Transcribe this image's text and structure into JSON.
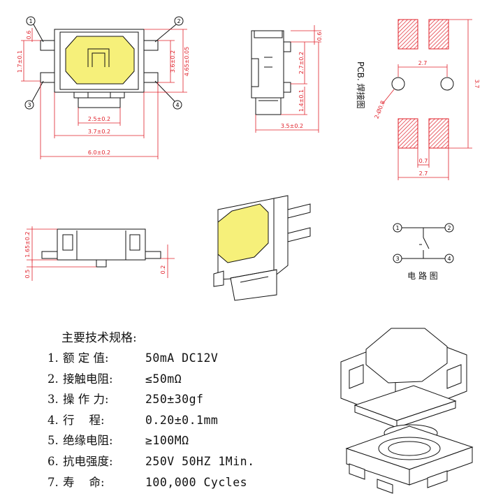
{
  "dims": {
    "tl_0_6": "0.6",
    "tl_1_7": "1.7±0.1",
    "tl_3_6": "3.6±0.2",
    "tl_4_65": "4.65±0.05",
    "tl_b1": "2.5±0.2",
    "tl_b2": "3.7±0.2",
    "tl_b3": "6.0±0.2",
    "tc_0_6": "0.6",
    "tc_2_7": "2.7±0.2",
    "tc_1_4": "1.4±0.1",
    "tc_b": "3.5±0.2",
    "pcb_2_7": "2.7",
    "pcb_0_7": "0.7",
    "pcb_2_7b": "2.7",
    "pcb_hole": "2-Ø0.8",
    "pcb_side": "3.7",
    "ml_1_65": "1.65±0.2",
    "ml_0_5": "0.5",
    "ml_0_2": "0.2"
  },
  "pins": [
    "1",
    "2",
    "3",
    "4"
  ],
  "pcb_label": "PCB. 焊接图",
  "circuit": {
    "pins": [
      "1",
      "2",
      "3",
      "4"
    ],
    "label": "电 路 图"
  },
  "specs": {
    "title": "主要技术规格:",
    "items": [
      {
        "idx": "1.",
        "label": "额 定 值:",
        "value": "50mA DC12V"
      },
      {
        "idx": "2.",
        "label": "接触电阻:",
        "value": "≤50mΩ"
      },
      {
        "idx": "3.",
        "label": "操 作 力:",
        "value": "250±30gf"
      },
      {
        "idx": "4.",
        "label": "行    程:",
        "value": "0.20±0.1mm"
      },
      {
        "idx": "5.",
        "label": "绝缘电阻:",
        "value": "≥100MΩ"
      },
      {
        "idx": "6.",
        "label": "抗电强度:",
        "value": "250V 50HZ 1Min."
      },
      {
        "idx": "7.",
        "label": "寿    命:",
        "value": "100,000 Cycles"
      }
    ]
  },
  "colors": {
    "line": "#111111",
    "dimension": "#e0202a",
    "actuator": "#f6f07a",
    "pad_hatch": "#e0202a"
  }
}
